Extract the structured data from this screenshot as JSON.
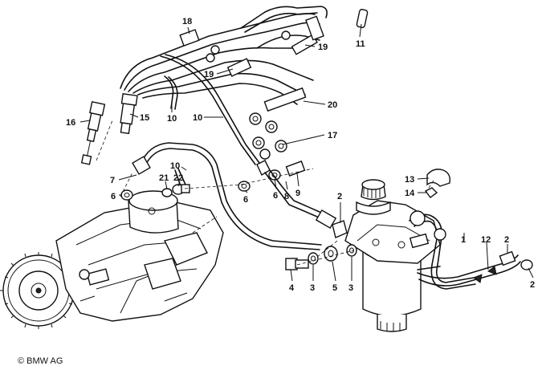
{
  "diagram": {
    "callouts": [
      {
        "id": "c18",
        "label": "18"
      },
      {
        "id": "c11",
        "label": "11"
      },
      {
        "id": "c19a",
        "label": "19"
      },
      {
        "id": "c19b",
        "label": "19"
      },
      {
        "id": "c20",
        "label": "20"
      },
      {
        "id": "c17",
        "label": "17"
      },
      {
        "id": "c16",
        "label": "16"
      },
      {
        "id": "c15",
        "label": "15"
      },
      {
        "id": "c10a",
        "label": "10"
      },
      {
        "id": "c10b",
        "label": "10"
      },
      {
        "id": "c10c",
        "label": "10"
      },
      {
        "id": "c7",
        "label": "7"
      },
      {
        "id": "c21",
        "label": "21"
      },
      {
        "id": "c22",
        "label": "22"
      },
      {
        "id": "c6a",
        "label": "6"
      },
      {
        "id": "c6b",
        "label": "6"
      },
      {
        "id": "c6c",
        "label": "6"
      },
      {
        "id": "c8",
        "label": "8"
      },
      {
        "id": "c9",
        "label": "9"
      },
      {
        "id": "c13",
        "label": "13"
      },
      {
        "id": "c14",
        "label": "14"
      },
      {
        "id": "c2a",
        "label": "2"
      },
      {
        "id": "c1",
        "label": "1"
      },
      {
        "id": "c12",
        "label": "12"
      },
      {
        "id": "c2b",
        "label": "2"
      },
      {
        "id": "c2c",
        "label": "2"
      },
      {
        "id": "c4",
        "label": "4"
      },
      {
        "id": "c3a",
        "label": "3"
      },
      {
        "id": "c5",
        "label": "5"
      },
      {
        "id": "c3b",
        "label": "3"
      }
    ]
  },
  "footer": {
    "copyright": "© BMW AG"
  }
}
